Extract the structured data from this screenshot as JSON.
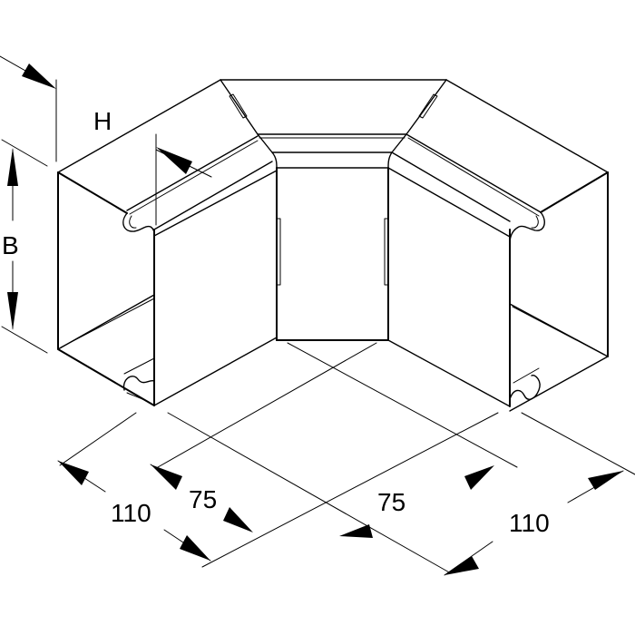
{
  "drawing": {
    "subject": "Internal corner for cable trunking (isometric line drawing)",
    "line_color": "#000000",
    "background_color": "#ffffff"
  },
  "dimensions": {
    "height_label": "H",
    "width_label": "B",
    "left_outer": "110",
    "left_inner": "75",
    "right_inner": "75",
    "right_outer": "110"
  }
}
